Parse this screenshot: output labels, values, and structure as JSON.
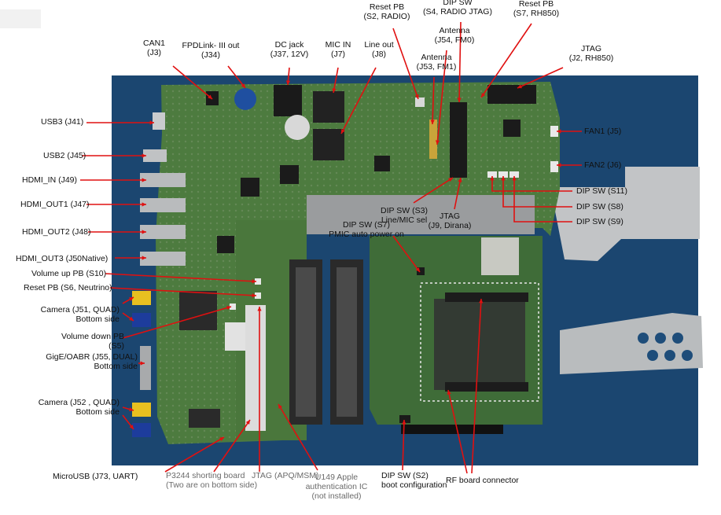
{
  "colors": {
    "leader": "#e01010",
    "label_text": "#111111",
    "footnote_text": "#6b6b6b",
    "pcb_green": "#4d7b3f",
    "backdrop_blue": "#1e4d7a"
  },
  "callouts": [
    {
      "id": "usb3",
      "text": [
        "USB3 (J41)"
      ]
    },
    {
      "id": "usb2",
      "text": [
        "USB2 (J45)"
      ]
    },
    {
      "id": "hdmi-in",
      "text": [
        "HDMI_IN (J49)"
      ]
    },
    {
      "id": "hdmi-out1",
      "text": [
        "HDMI_OUT1 (J47)"
      ]
    },
    {
      "id": "hdmi-out2",
      "text": [
        "HDMI_OUT2 (J48)"
      ]
    },
    {
      "id": "hdmi-out3",
      "text": [
        "HDMI_OUT3 (J50Native)"
      ]
    },
    {
      "id": "volume-up",
      "text": [
        "Volume up PB (S10)"
      ]
    },
    {
      "id": "reset-neutrino",
      "text": [
        "Reset PB (S6, Neutrino)"
      ]
    },
    {
      "id": "camera-j51",
      "text": [
        "Camera (J51, QUAD)",
        "Bottom side"
      ]
    },
    {
      "id": "volume-down",
      "text": [
        "Volume down PB",
        "(S5)"
      ]
    },
    {
      "id": "gige-oabr",
      "text": [
        "GigE/OABR (J55, DUAL)",
        "Bottom side"
      ]
    },
    {
      "id": "camera-j52",
      "text": [
        "Camera (J52 , QUAD)",
        "Bottom side"
      ]
    },
    {
      "id": "microusb",
      "text": [
        "MicroUSB  (J73, UART)"
      ]
    },
    {
      "id": "p3244",
      "text": [
        "P3244 shorting board",
        "(Two are on bottom side)"
      ]
    },
    {
      "id": "jtag-apq",
      "text": [
        "JTAG (APQ/MSM)"
      ]
    },
    {
      "id": "u149",
      "text": [
        "U149 Apple",
        "authentication IC",
        "(not installed)"
      ]
    },
    {
      "id": "dip-s2",
      "text": [
        "DIP SW (S2)",
        "boot  configuration"
      ]
    },
    {
      "id": "rf-connector",
      "text": [
        "RF board connector"
      ]
    },
    {
      "id": "can1",
      "text": [
        "CAN1",
        "(J3)"
      ]
    },
    {
      "id": "fpdlink",
      "text": [
        "FPDLink- III out",
        "(J34)"
      ]
    },
    {
      "id": "dc-jack",
      "text": [
        "DC jack",
        "(J37, 12V)"
      ]
    },
    {
      "id": "mic-in",
      "text": [
        "MIC IN",
        "(J7)"
      ]
    },
    {
      "id": "line-out",
      "text": [
        "Line out",
        "(J8)"
      ]
    },
    {
      "id": "reset-radio",
      "text": [
        "Reset PB",
        "(S2, RADIO)"
      ]
    },
    {
      "id": "antenna-fm1",
      "text": [
        "Antenna",
        "(J53, FM1)"
      ]
    },
    {
      "id": "antenna-fm0",
      "text": [
        "Antenna",
        "(J54, FM0)"
      ]
    },
    {
      "id": "dip-s4",
      "text": [
        "DIP SW",
        "(S4, RADIO JTAG)"
      ]
    },
    {
      "id": "reset-rh850",
      "text": [
        "Reset PB",
        "(S7, RH850)"
      ]
    },
    {
      "id": "jtag-rh850",
      "text": [
        "JTAG",
        "(J2, RH850)"
      ]
    },
    {
      "id": "fan1",
      "text": [
        "FAN1 (J5)"
      ]
    },
    {
      "id": "fan2",
      "text": [
        "FAN2 (J6)"
      ]
    },
    {
      "id": "dip-s11",
      "text": [
        "DIP SW (S11)"
      ]
    },
    {
      "id": "dip-s8",
      "text": [
        "DIP SW (S8)"
      ]
    },
    {
      "id": "dip-s9",
      "text": [
        "DIP SW (S9)"
      ]
    },
    {
      "id": "dip-s3",
      "text": [
        "DIP SW (S3)",
        "Line/MIC sel"
      ]
    },
    {
      "id": "jtag-dirana",
      "text": [
        "JTAG",
        "(J9, Dirana)"
      ]
    },
    {
      "id": "dip-s7",
      "text": [
        "DIP SW (S7)",
        "PMIC auto power on"
      ]
    }
  ]
}
